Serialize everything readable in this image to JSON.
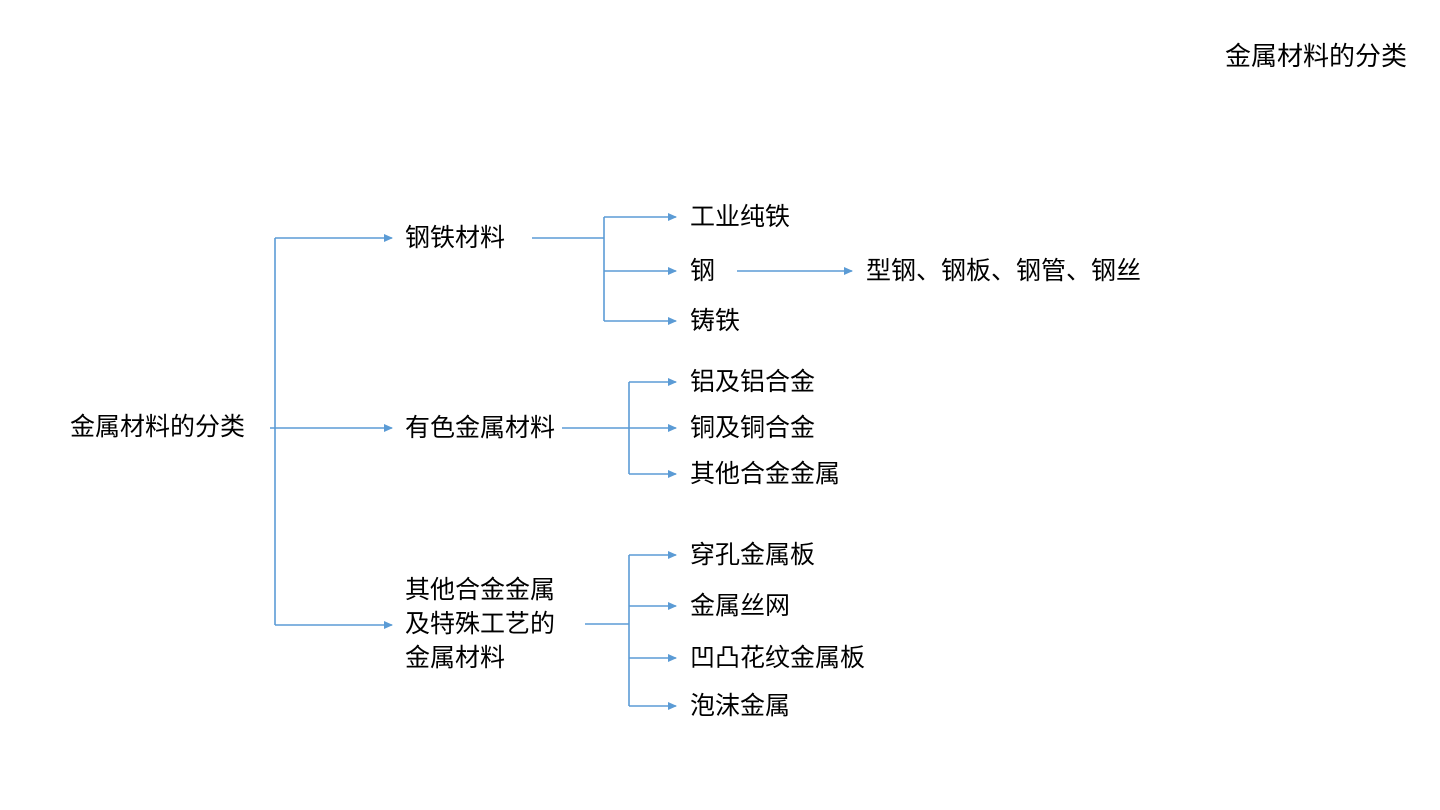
{
  "slide": {
    "corner_title": "金属材料的分类"
  },
  "diagram": {
    "type": "tree",
    "line_color": "#5B9BD5",
    "text_color": "#000000",
    "root_label": "金属材料的分类",
    "branches": [
      {
        "label": "钢铁材料",
        "children": [
          {
            "label": "工业纯铁"
          },
          {
            "label": "钢",
            "detail": "型钢、钢板、钢管、钢丝"
          },
          {
            "label": "铸铁"
          }
        ]
      },
      {
        "label": "有色金属材料",
        "children": [
          {
            "label": "铝及铝合金"
          },
          {
            "label": "铜及铜合金"
          },
          {
            "label": "其他合金金属"
          }
        ]
      },
      {
        "label": "其他合金金属及特殊工艺的金属材料",
        "children": [
          {
            "label": "穿孔金属板"
          },
          {
            "label": "金属丝网"
          },
          {
            "label": "凹凸花纹金属板"
          },
          {
            "label": "泡沫金属"
          }
        ]
      }
    ]
  }
}
